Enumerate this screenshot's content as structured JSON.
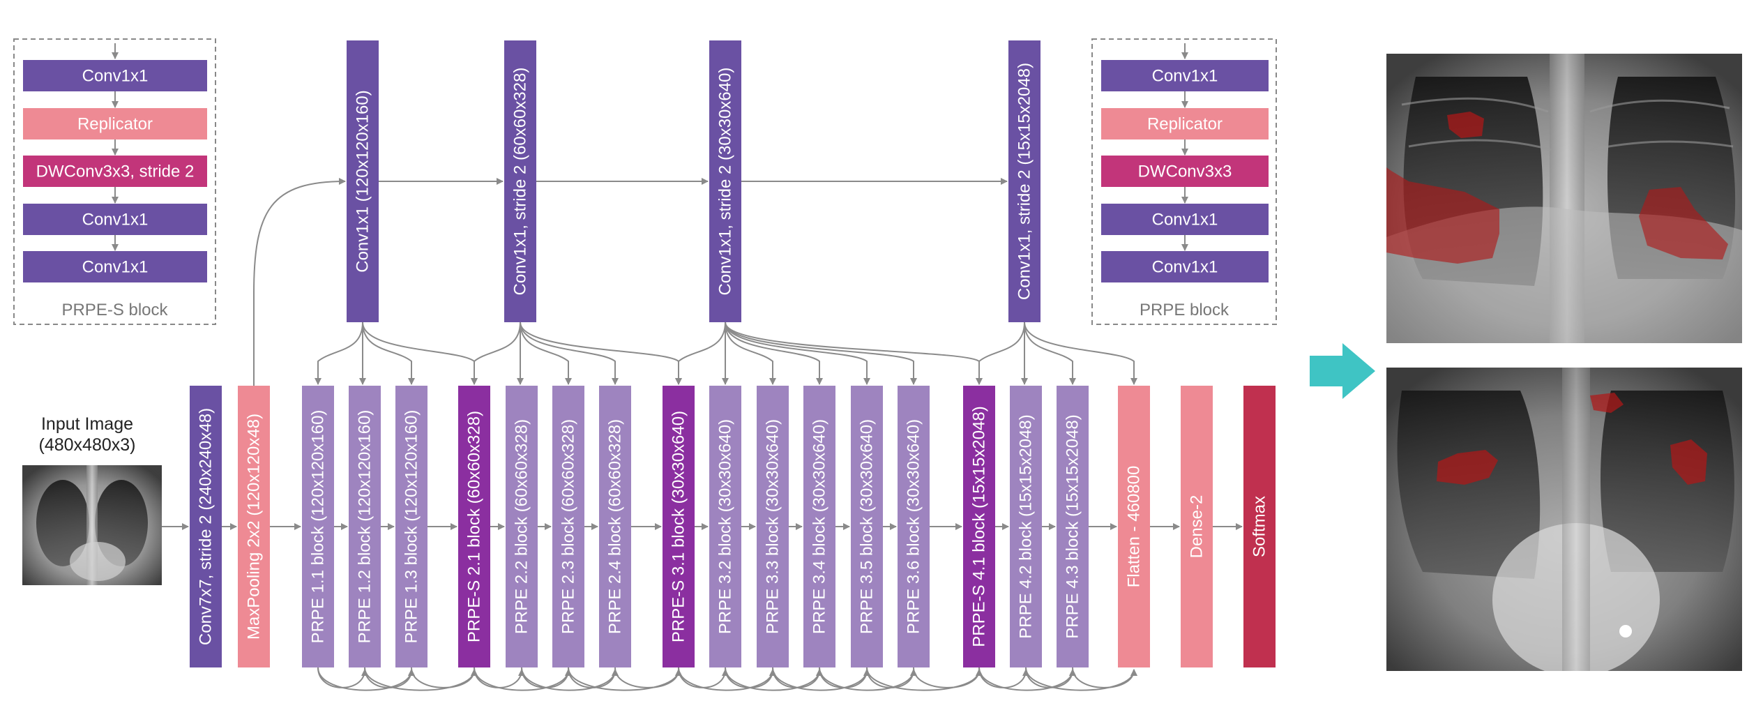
{
  "colors": {
    "conv": "#6a51a3",
    "replicator": "#ee8a94",
    "dwconv": "#c2357a",
    "prpe": "#9e84bf",
    "prpe_s": "#8b2fa0",
    "flatten": "#ee8a94",
    "dense": "#ee8a94",
    "softmax": "#c0304f",
    "arrow": "#8a8a8a",
    "accent_arrow": "#3fc4c4",
    "highlight": "#b01818"
  },
  "input": {
    "title": "Input Image",
    "dims": "(480x480x3)"
  },
  "prpe_s_block": {
    "caption": "PRPE-S block",
    "layers": [
      {
        "label": "Conv1x1",
        "kind": "conv"
      },
      {
        "label": "Replicator",
        "kind": "replicator"
      },
      {
        "label": "DWConv3x3, stride 2",
        "kind": "dwconv"
      },
      {
        "label": "Conv1x1",
        "kind": "conv"
      },
      {
        "label": "Conv1x1",
        "kind": "conv"
      }
    ]
  },
  "prpe_block": {
    "caption": "PRPE block",
    "layers": [
      {
        "label": "Conv1x1",
        "kind": "conv"
      },
      {
        "label": "Replicator",
        "kind": "replicator"
      },
      {
        "label": "DWConv3x3",
        "kind": "dwconv"
      },
      {
        "label": "Conv1x1",
        "kind": "conv"
      },
      {
        "label": "Conv1x1",
        "kind": "conv"
      }
    ]
  },
  "shortcut_convs": [
    {
      "label": "Conv1x1  (120x120x160)"
    },
    {
      "label": "Conv1x1, stride 2 (60x60x328)"
    },
    {
      "label": "Conv1x1, stride 2 (30x30x640)"
    },
    {
      "label": "Conv1x1, stride 2 (15x15x2048)"
    }
  ],
  "main_blocks": [
    {
      "label": "Conv7x7, stride 2 (240x240x48)",
      "kind": "conv"
    },
    {
      "label": "MaxPooling 2x2 (120x120x48)",
      "kind": "replicator"
    },
    {
      "label": "PRPE 1.1 block  (120x120x160)",
      "kind": "prpe"
    },
    {
      "label": "PRPE 1.2 block  (120x120x160)",
      "kind": "prpe"
    },
    {
      "label": "PRPE 1.3 block  (120x120x160)",
      "kind": "prpe"
    },
    {
      "label": "PRPE-S 2.1 block (60x60x328)",
      "kind": "prpe_s"
    },
    {
      "label": "PRPE 2.2 block  (60x60x328)",
      "kind": "prpe"
    },
    {
      "label": "PRPE 2.3 block  (60x60x328)",
      "kind": "prpe"
    },
    {
      "label": "PRPE 2.4 block  (60x60x328)",
      "kind": "prpe"
    },
    {
      "label": "PRPE-S 3.1 block  (30x30x640)",
      "kind": "prpe_s"
    },
    {
      "label": "PRPE 3.2 block (30x30x640)",
      "kind": "prpe"
    },
    {
      "label": "PRPE 3.3 block (30x30x640)",
      "kind": "prpe"
    },
    {
      "label": "PRPE 3.4 block (30x30x640)",
      "kind": "prpe"
    },
    {
      "label": "PRPE 3.5 block (30x30x640)",
      "kind": "prpe"
    },
    {
      "label": "PRPE 3.6 block (30x30x640)",
      "kind": "prpe"
    },
    {
      "label": "PRPE-S 4.1 block (15x15x2048)",
      "kind": "prpe_s"
    },
    {
      "label": "PRPE 4.2 block (15x15x2048)",
      "kind": "prpe"
    },
    {
      "label": "PRPE 4.3 block (15x15x2048)",
      "kind": "prpe"
    },
    {
      "label": "Flatten - 460800",
      "kind": "flatten"
    },
    {
      "label": "Dense-2",
      "kind": "dense"
    },
    {
      "label": "Softmax",
      "kind": "softmax"
    }
  ]
}
